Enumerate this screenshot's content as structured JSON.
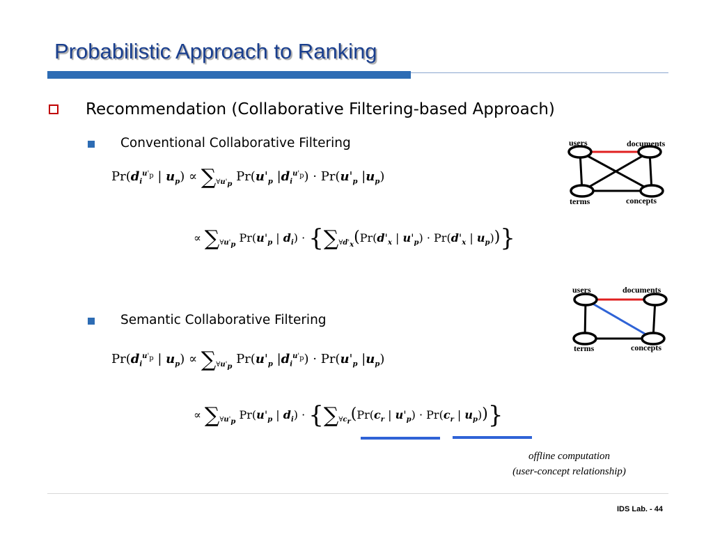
{
  "title": "Probabilistic Approach to Ranking",
  "main_bullet": "Recommendation (Collaborative Filtering-based Approach)",
  "sections": [
    {
      "label": "Conventional Collaborative Filtering",
      "eq1": "Pr(d_i^{u'_p} | u_p) ∝ Σ_{∀u'_p} Pr(u'_p | d_i^{u'_p}) · Pr(u'_p | u_p)",
      "eq2": "∝ Σ_{∀u'_p} Pr(u'_p | d_i) · { Σ_{∀d'_x} (Pr(d'_x | u'_p) · Pr(d'_x | u_p)) }",
      "graph": {
        "nodes": [
          "users",
          "documents",
          "terms",
          "concepts"
        ],
        "highlight_color": "#e02020"
      }
    },
    {
      "label": "Semantic Collaborative Filtering",
      "eq1": "Pr(d_i^{u'_p} | u_p) ∝ Σ_{∀u'_p} Pr(u'_p | d_i^{u'_p}) · Pr(u'_p | u_p)",
      "eq2": "∝ Σ_{∀u'_p} Pr(u'_p | d_i) · { Σ_{∀c_r} (Pr(c_r | u'_p) · Pr(c_r | u_p)) }",
      "graph": {
        "nodes": [
          "users",
          "documents",
          "terms",
          "concepts"
        ],
        "highlight_color": "#e02020",
        "semantic_color": "#2f63d6"
      }
    }
  ],
  "note_line1": "offline computation",
  "note_line2": "(user-concept relationship)",
  "footer": "IDS Lab. - 44",
  "colors": {
    "title": "#1a3f8e",
    "bar": "#2d6cb4",
    "bullet_box": "#c00000",
    "underline": "#2f63d6"
  }
}
